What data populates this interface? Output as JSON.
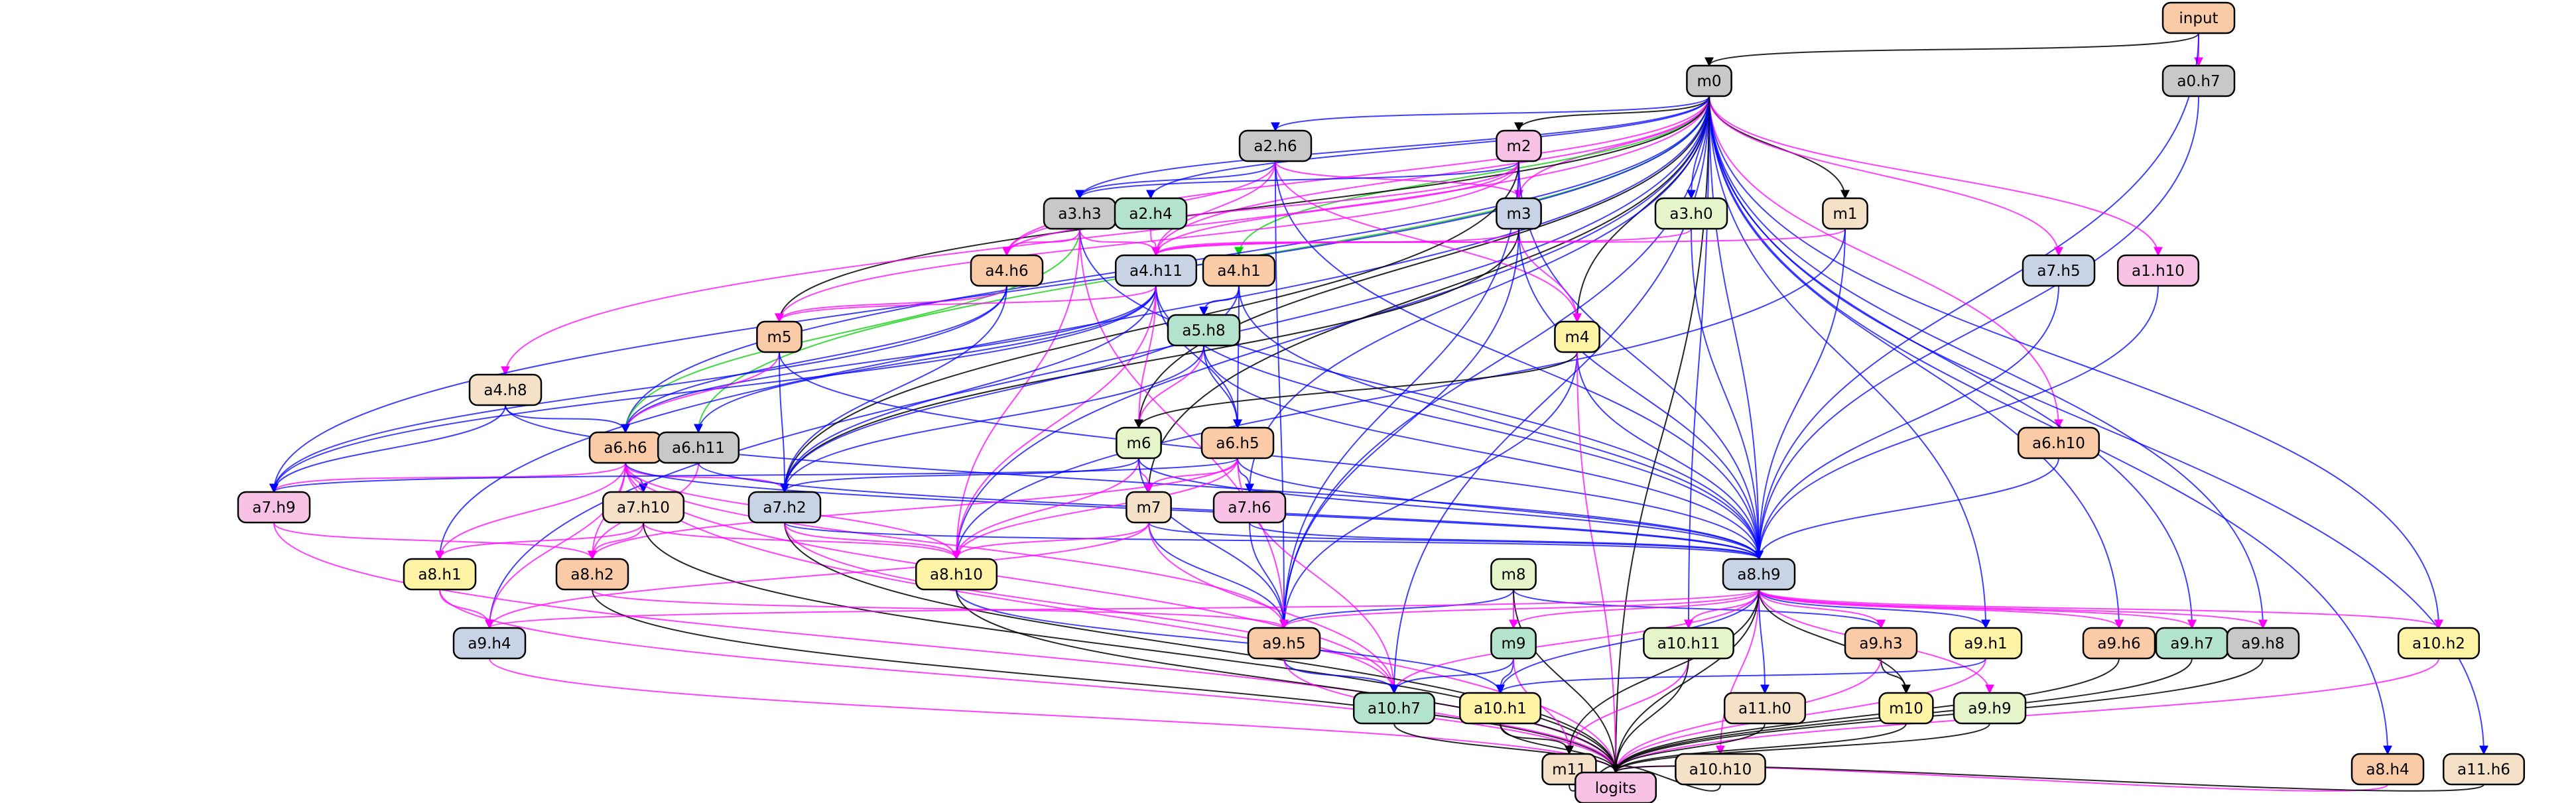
{
  "palette": {
    "grey": "#c8c8c8",
    "pink": "#f7c2e6",
    "lavender": "#c8d4e6",
    "peach": "#fbcba8",
    "mint": "#b3e2cd",
    "yellow": "#fff3a6",
    "lime": "#e6f5c9",
    "beige": "#f5e1c8"
  },
  "edge_colors": {
    "black": "#000000",
    "blue": "#0000ff",
    "magenta": "#ff00ff",
    "green": "#00cc00"
  },
  "nodes": [
    {
      "id": "input",
      "label": "input",
      "fill": "peach"
    },
    {
      "id": "m0",
      "label": "m0",
      "fill": "grey"
    },
    {
      "id": "a0.h7",
      "label": "a0.h7",
      "fill": "grey"
    },
    {
      "id": "a2.h6",
      "label": "a2.h6",
      "fill": "grey"
    },
    {
      "id": "m2",
      "label": "m2",
      "fill": "pink"
    },
    {
      "id": "a3.h3",
      "label": "a3.h3",
      "fill": "grey"
    },
    {
      "id": "a2.h4",
      "label": "a2.h4",
      "fill": "mint"
    },
    {
      "id": "m3",
      "label": "m3",
      "fill": "lavender"
    },
    {
      "id": "a3.h0",
      "label": "a3.h0",
      "fill": "lime"
    },
    {
      "id": "m1",
      "label": "m1",
      "fill": "beige"
    },
    {
      "id": "a4.h6",
      "label": "a4.h6",
      "fill": "peach"
    },
    {
      "id": "a4.h11",
      "label": "a4.h11",
      "fill": "lavender"
    },
    {
      "id": "a4.h1",
      "label": "a4.h1",
      "fill": "peach"
    },
    {
      "id": "a7.h5",
      "label": "a7.h5",
      "fill": "lavender"
    },
    {
      "id": "a1.h10",
      "label": "a1.h10",
      "fill": "pink"
    },
    {
      "id": "m5",
      "label": "m5",
      "fill": "peach"
    },
    {
      "id": "a5.h8",
      "label": "a5.h8",
      "fill": "mint"
    },
    {
      "id": "m4",
      "label": "m4",
      "fill": "yellow"
    },
    {
      "id": "a4.h8",
      "label": "a4.h8",
      "fill": "beige"
    },
    {
      "id": "a6.h6",
      "label": "a6.h6",
      "fill": "peach"
    },
    {
      "id": "a6.h11",
      "label": "a6.h11",
      "fill": "grey"
    },
    {
      "id": "m6",
      "label": "m6",
      "fill": "lime"
    },
    {
      "id": "a6.h5",
      "label": "a6.h5",
      "fill": "peach"
    },
    {
      "id": "a6.h10",
      "label": "a6.h10",
      "fill": "peach"
    },
    {
      "id": "a7.h9",
      "label": "a7.h9",
      "fill": "pink"
    },
    {
      "id": "a7.h10",
      "label": "a7.h10",
      "fill": "beige"
    },
    {
      "id": "a7.h2",
      "label": "a7.h2",
      "fill": "lavender"
    },
    {
      "id": "m7",
      "label": "m7",
      "fill": "beige"
    },
    {
      "id": "a7.h6",
      "label": "a7.h6",
      "fill": "pink"
    },
    {
      "id": "a8.h1",
      "label": "a8.h1",
      "fill": "yellow"
    },
    {
      "id": "a8.h2",
      "label": "a8.h2",
      "fill": "peach"
    },
    {
      "id": "a8.h10",
      "label": "a8.h10",
      "fill": "yellow"
    },
    {
      "id": "m8",
      "label": "m8",
      "fill": "lime"
    },
    {
      "id": "a8.h9",
      "label": "a8.h9",
      "fill": "lavender"
    },
    {
      "id": "a9.h4",
      "label": "a9.h4",
      "fill": "lavender"
    },
    {
      "id": "a9.h5",
      "label": "a9.h5",
      "fill": "peach"
    },
    {
      "id": "m9",
      "label": "m9",
      "fill": "mint"
    },
    {
      "id": "a10.h11",
      "label": "a10.h11",
      "fill": "lime"
    },
    {
      "id": "a9.h3",
      "label": "a9.h3",
      "fill": "peach"
    },
    {
      "id": "a9.h1",
      "label": "a9.h1",
      "fill": "yellow"
    },
    {
      "id": "a9.h6",
      "label": "a9.h6",
      "fill": "peach"
    },
    {
      "id": "a9.h7",
      "label": "a9.h7",
      "fill": "mint"
    },
    {
      "id": "a9.h8",
      "label": "a9.h8",
      "fill": "grey"
    },
    {
      "id": "a10.h2",
      "label": "a10.h2",
      "fill": "yellow"
    },
    {
      "id": "a10.h7",
      "label": "a10.h7",
      "fill": "mint"
    },
    {
      "id": "a10.h1",
      "label": "a10.h1",
      "fill": "yellow"
    },
    {
      "id": "a11.h0",
      "label": "a11.h0",
      "fill": "beige"
    },
    {
      "id": "m10",
      "label": "m10",
      "fill": "yellow"
    },
    {
      "id": "a9.h9",
      "label": "a9.h9",
      "fill": "lime"
    },
    {
      "id": "m11",
      "label": "m11",
      "fill": "beige"
    },
    {
      "id": "a10.h10",
      "label": "a10.h10",
      "fill": "beige"
    },
    {
      "id": "a8.h4",
      "label": "a8.h4",
      "fill": "peach"
    },
    {
      "id": "a11.h6",
      "label": "a11.h6",
      "fill": "beige"
    },
    {
      "id": "logits",
      "label": "logits",
      "fill": "pink"
    }
  ],
  "edges": [
    [
      "input",
      "m0",
      "black"
    ],
    [
      "input",
      "a0.h7",
      "magenta"
    ],
    [
      "input",
      "a8.h9",
      "blue"
    ],
    [
      "a0.h7",
      "a8.h9",
      "blue"
    ],
    [
      "m0",
      "a2.h6",
      "blue"
    ],
    [
      "m0",
      "m2",
      "black"
    ],
    [
      "m0",
      "a3.h3",
      "blue"
    ],
    [
      "m0",
      "a2.h4",
      "blue"
    ],
    [
      "m0",
      "m3",
      "magenta"
    ],
    [
      "m0",
      "a3.h0",
      "blue"
    ],
    [
      "m0",
      "m1",
      "black"
    ],
    [
      "m0",
      "a4.h6",
      "magenta"
    ],
    [
      "m0",
      "a4.h11",
      "magenta"
    ],
    [
      "m0",
      "a4.h1",
      "green"
    ],
    [
      "m0",
      "a7.h5",
      "magenta"
    ],
    [
      "m0",
      "a1.h10",
      "magenta"
    ],
    [
      "m0",
      "m5",
      "black"
    ],
    [
      "m0",
      "m4",
      "black"
    ],
    [
      "m0",
      "a4.h8",
      "magenta"
    ],
    [
      "m0",
      "a6.h6",
      "blue"
    ],
    [
      "m0",
      "a6.h11",
      "green"
    ],
    [
      "m0",
      "m6",
      "black"
    ],
    [
      "m0",
      "a6.h10",
      "magenta"
    ],
    [
      "m0",
      "a7.h9",
      "blue"
    ],
    [
      "m0",
      "a7.h6",
      "blue"
    ],
    [
      "m0",
      "m7",
      "black"
    ],
    [
      "m0",
      "a8.h1",
      "blue"
    ],
    [
      "m0",
      "a8.h10",
      "blue"
    ],
    [
      "m0",
      "a8.h9",
      "blue"
    ],
    [
      "m0",
      "a9.h4",
      "blue"
    ],
    [
      "m0",
      "a9.h5",
      "blue"
    ],
    [
      "m0",
      "a10.h11",
      "blue"
    ],
    [
      "m0",
      "a9.h1",
      "blue"
    ],
    [
      "m0",
      "a9.h6",
      "blue"
    ],
    [
      "m0",
      "a9.h7",
      "blue"
    ],
    [
      "m0",
      "a9.h8",
      "blue"
    ],
    [
      "m0",
      "a10.h2",
      "blue"
    ],
    [
      "m0",
      "a10.h7",
      "blue"
    ],
    [
      "m0",
      "a8.h4",
      "blue"
    ],
    [
      "m0",
      "a11.h6",
      "blue"
    ],
    [
      "m0",
      "logits",
      "black"
    ],
    [
      "a2.h6",
      "a3.h3",
      "blue"
    ],
    [
      "a2.h6",
      "m3",
      "magenta"
    ],
    [
      "a2.h6",
      "a4.h6",
      "magenta"
    ],
    [
      "a2.h6",
      "a4.h11",
      "magenta"
    ],
    [
      "a2.h6",
      "a8.h9",
      "blue"
    ],
    [
      "a2.h6",
      "a9.h5",
      "blue"
    ],
    [
      "a2.h6",
      "m4",
      "magenta"
    ],
    [
      "m2",
      "a3.h3",
      "blue"
    ],
    [
      "m2",
      "m3",
      "magenta"
    ],
    [
      "m2",
      "a4.h6",
      "magenta"
    ],
    [
      "m2",
      "a4.h11",
      "magenta"
    ],
    [
      "m2",
      "m5",
      "magenta"
    ],
    [
      "m2",
      "a8.h9",
      "blue"
    ],
    [
      "m2",
      "a9.h5",
      "blue"
    ],
    [
      "m2",
      "a7.h2",
      "black"
    ],
    [
      "a3.h3",
      "a4.h6",
      "magenta"
    ],
    [
      "a3.h3",
      "a4.h11",
      "magenta"
    ],
    [
      "a3.h3",
      "a6.h6",
      "green"
    ],
    [
      "a3.h3",
      "a8.h10",
      "magenta"
    ],
    [
      "a3.h3",
      "a8.h9",
      "blue"
    ],
    [
      "a3.h3",
      "a9.h5",
      "magenta"
    ],
    [
      "a2.h4",
      "a4.h11",
      "magenta"
    ],
    [
      "m3",
      "a4.h11",
      "magenta"
    ],
    [
      "m3",
      "m4",
      "magenta"
    ],
    [
      "m3",
      "a8.h9",
      "blue"
    ],
    [
      "m3",
      "a9.h5",
      "blue"
    ],
    [
      "m3",
      "a7.h2",
      "black"
    ],
    [
      "a3.h0",
      "a4.h11",
      "magenta"
    ],
    [
      "a3.h0",
      "a8.h9",
      "blue"
    ],
    [
      "m1",
      "a4.h11",
      "magenta"
    ],
    [
      "m1",
      "a8.h9",
      "blue"
    ],
    [
      "m1",
      "a8.h10",
      "blue"
    ],
    [
      "a4.h6",
      "m5",
      "magenta"
    ],
    [
      "a4.h6",
      "a6.h6",
      "blue"
    ],
    [
      "a4.h6",
      "a7.h9",
      "blue"
    ],
    [
      "a4.h6",
      "a7.h2",
      "blue"
    ],
    [
      "a4.h11",
      "m5",
      "magenta"
    ],
    [
      "a4.h11",
      "a6.h6",
      "blue"
    ],
    [
      "a4.h11",
      "a6.h11",
      "blue"
    ],
    [
      "a4.h11",
      "m6",
      "magenta"
    ],
    [
      "a4.h11",
      "a6.h5",
      "blue"
    ],
    [
      "a4.h11",
      "a7.h9",
      "blue"
    ],
    [
      "a4.h11",
      "a7.h2",
      "blue"
    ],
    [
      "a4.h11",
      "a8.h9",
      "blue"
    ],
    [
      "a4.h11",
      "a8.h10",
      "magenta"
    ],
    [
      "a4.h1",
      "a5.h8",
      "blue"
    ],
    [
      "a4.h1",
      "a6.h5",
      "blue"
    ],
    [
      "a4.h1",
      "a8.h9",
      "blue"
    ],
    [
      "a4.h1",
      "a7.h2",
      "blue"
    ],
    [
      "a7.h5",
      "a8.h9",
      "blue"
    ],
    [
      "a1.h10",
      "a8.h9",
      "blue"
    ],
    [
      "m5",
      "a6.h6",
      "magenta"
    ],
    [
      "m5",
      "a7.h2",
      "blue"
    ],
    [
      "m5",
      "a8.h9",
      "blue"
    ],
    [
      "a5.h8",
      "m6",
      "magenta"
    ],
    [
      "a5.h8",
      "a6.h5",
      "blue"
    ],
    [
      "a5.h8",
      "a8.h9",
      "blue"
    ],
    [
      "a5.h8",
      "a7.h2",
      "blue"
    ],
    [
      "m4",
      "m6",
      "black"
    ],
    [
      "m4",
      "a8.h9",
      "blue"
    ],
    [
      "m4",
      "a9.h5",
      "blue"
    ],
    [
      "m4",
      "logits",
      "magenta"
    ],
    [
      "a4.h8",
      "a6.h6",
      "blue"
    ],
    [
      "a4.h8",
      "a7.h9",
      "blue"
    ],
    [
      "a4.h8",
      "a8.h9",
      "blue"
    ],
    [
      "a6.h6",
      "a7.h9",
      "magenta"
    ],
    [
      "a6.h6",
      "a7.h10",
      "blue"
    ],
    [
      "a6.h6",
      "a7.h2",
      "magenta"
    ],
    [
      "a6.h6",
      "a8.h1",
      "magenta"
    ],
    [
      "a6.h6",
      "a8.h2",
      "magenta"
    ],
    [
      "a6.h6",
      "a8.h10",
      "magenta"
    ],
    [
      "a6.h6",
      "a9.h4",
      "magenta"
    ],
    [
      "a6.h6",
      "a9.h5",
      "magenta"
    ],
    [
      "a6.h6",
      "a10.h7",
      "magenta"
    ],
    [
      "a6.h6",
      "logits",
      "magenta"
    ],
    [
      "a6.h6",
      "a8.h9",
      "blue"
    ],
    [
      "a6.h11",
      "a8.h2",
      "magenta"
    ],
    [
      "a6.h11",
      "a8.h9",
      "blue"
    ],
    [
      "m6",
      "a7.h2",
      "blue"
    ],
    [
      "m6",
      "m7",
      "magenta"
    ],
    [
      "m6",
      "a8.h10",
      "magenta"
    ],
    [
      "m6",
      "a9.h5",
      "blue"
    ],
    [
      "m6",
      "a8.h9",
      "blue"
    ],
    [
      "a6.h5",
      "a7.h6",
      "blue"
    ],
    [
      "a6.h5",
      "m7",
      "magenta"
    ],
    [
      "a6.h5",
      "a8.h10",
      "magenta"
    ],
    [
      "a6.h5",
      "a8.h2",
      "magenta"
    ],
    [
      "a6.h5",
      "a8.h9",
      "blue"
    ],
    [
      "a6.h5",
      "a10.h7",
      "magenta"
    ],
    [
      "a6.h5",
      "a7.h9",
      "blue"
    ],
    [
      "a6.h10",
      "a8.h9",
      "blue"
    ],
    [
      "a7.h9",
      "a8.h2",
      "magenta"
    ],
    [
      "a7.h9",
      "logits",
      "magenta"
    ],
    [
      "a7.h10",
      "a8.h1",
      "magenta"
    ],
    [
      "a7.h10",
      "a8.h2",
      "magenta"
    ],
    [
      "a7.h10",
      "a8.h10",
      "magenta"
    ],
    [
      "a7.h10",
      "logits",
      "black"
    ],
    [
      "a7.h2",
      "a8.h10",
      "magenta"
    ],
    [
      "a7.h2",
      "a8.h9",
      "blue"
    ],
    [
      "a7.h2",
      "logits",
      "black"
    ],
    [
      "a7.h2",
      "a10.h7",
      "magenta"
    ],
    [
      "m7",
      "a8.h10",
      "magenta"
    ],
    [
      "m7",
      "a8.h9",
      "blue"
    ],
    [
      "m7",
      "a9.h5",
      "blue"
    ],
    [
      "m7",
      "a10.h7",
      "magenta"
    ],
    [
      "m7",
      "a9.h4",
      "magenta"
    ],
    [
      "a7.h6",
      "a8.h9",
      "blue"
    ],
    [
      "a7.h6",
      "a9.h5",
      "blue"
    ],
    [
      "a8.h1",
      "a9.h4",
      "magenta"
    ],
    [
      "a8.h1",
      "logits",
      "magenta"
    ],
    [
      "a8.h2",
      "a9.h5",
      "magenta"
    ],
    [
      "a8.h2",
      "logits",
      "black"
    ],
    [
      "a8.h10",
      "logits",
      "black"
    ],
    [
      "a8.h10",
      "a10.h1",
      "blue"
    ],
    [
      "m8",
      "a9.h5",
      "blue"
    ],
    [
      "m8",
      "m9",
      "magenta"
    ],
    [
      "m8",
      "a9.h3",
      "blue"
    ],
    [
      "m8",
      "logits",
      "black"
    ],
    [
      "a8.h9",
      "a9.h5",
      "magenta"
    ],
    [
      "a8.h9",
      "m9",
      "magenta"
    ],
    [
      "a8.h9",
      "a10.h11",
      "magenta"
    ],
    [
      "a8.h9",
      "a9.h3",
      "magenta"
    ],
    [
      "a8.h9",
      "a9.h1",
      "blue"
    ],
    [
      "a8.h9",
      "a9.h6",
      "magenta"
    ],
    [
      "a8.h9",
      "a9.h7",
      "magenta"
    ],
    [
      "a8.h9",
      "a9.h8",
      "magenta"
    ],
    [
      "a8.h9",
      "a10.h2",
      "magenta"
    ],
    [
      "a8.h9",
      "a10.h7",
      "magenta"
    ],
    [
      "a8.h9",
      "a10.h1",
      "blue"
    ],
    [
      "a8.h9",
      "a11.h0",
      "blue"
    ],
    [
      "a8.h9",
      "m10",
      "black"
    ],
    [
      "a8.h9",
      "a9.h9",
      "magenta"
    ],
    [
      "a8.h9",
      "m11",
      "black"
    ],
    [
      "a8.h9",
      "a10.h10",
      "magenta"
    ],
    [
      "a8.h9",
      "logits",
      "black"
    ],
    [
      "a8.h9",
      "a9.h4",
      "magenta"
    ],
    [
      "a9.h4",
      "logits",
      "magenta"
    ],
    [
      "a9.h5",
      "a10.h7",
      "blue"
    ],
    [
      "a9.h5",
      "logits",
      "magenta"
    ],
    [
      "m9",
      "a10.h7",
      "blue"
    ],
    [
      "m9",
      "a10.h1",
      "blue"
    ],
    [
      "m9",
      "m11",
      "magenta"
    ],
    [
      "a10.h11",
      "m11",
      "magenta"
    ],
    [
      "a10.h11",
      "logits",
      "black"
    ],
    [
      "a9.h3",
      "m10",
      "black"
    ],
    [
      "a9.h3",
      "logits",
      "magenta"
    ],
    [
      "a9.h1",
      "a10.h1",
      "blue"
    ],
    [
      "a9.h1",
      "logits",
      "magenta"
    ],
    [
      "a9.h6",
      "logits",
      "black"
    ],
    [
      "a9.h7",
      "logits",
      "black"
    ],
    [
      "a9.h8",
      "logits",
      "black"
    ],
    [
      "a10.h2",
      "logits",
      "magenta"
    ],
    [
      "a10.h7",
      "logits",
      "black"
    ],
    [
      "a10.h1",
      "m11",
      "black"
    ],
    [
      "a10.h1",
      "logits",
      "black"
    ],
    [
      "a11.h0",
      "logits",
      "black"
    ],
    [
      "m10",
      "logits",
      "black"
    ],
    [
      "a9.h9",
      "logits",
      "black"
    ],
    [
      "m11",
      "logits",
      "black"
    ],
    [
      "a10.h10",
      "logits",
      "black"
    ],
    [
      "a8.h4",
      "logits",
      "magenta"
    ],
    [
      "a11.h6",
      "logits",
      "black"
    ]
  ]
}
